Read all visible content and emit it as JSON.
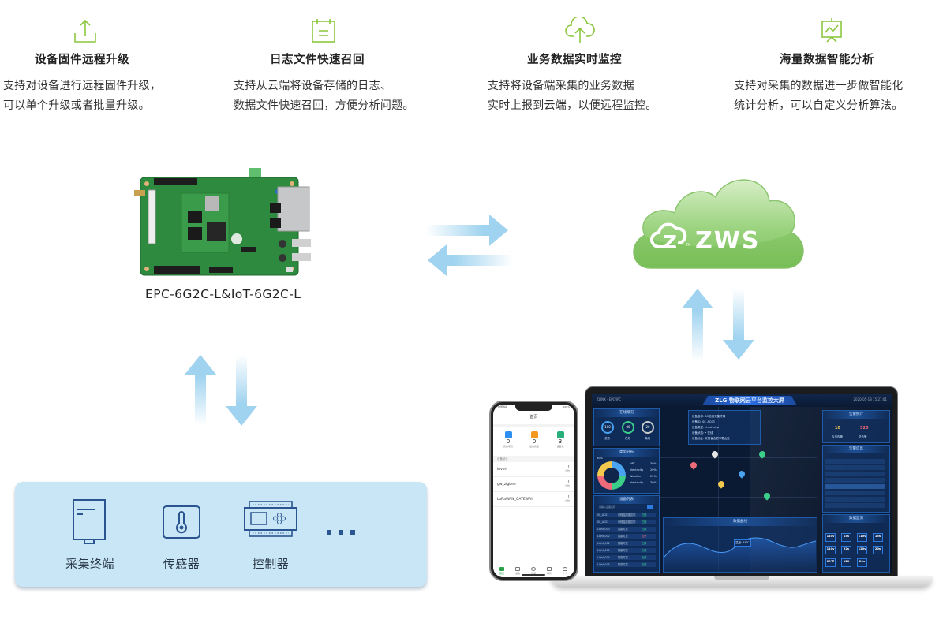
{
  "colors": {
    "accent_green": "#8cc63f",
    "arrow_blue": "#9fd3ef",
    "panel_blue": "#c9e6f6",
    "device_icon": "#2a5590",
    "cloud_green": "#8fcf74"
  },
  "features": [
    {
      "icon": "upload-icon",
      "title": "设备固件远程升级",
      "desc_line1": "支持对设备进行远程固件升级，",
      "desc_line2": "可以单个升级或者批量升级。"
    },
    {
      "icon": "calendar-icon",
      "title": "日志文件快速召回",
      "desc_line1": "支持从云端将设备存储的日志、",
      "desc_line2": "数据文件快速召回，方便分析问题。"
    },
    {
      "icon": "cloud-upload-icon",
      "title": "业务数据实时监控",
      "desc_line1": "支持将设备端采集的业务数据",
      "desc_line2": "实时上报到云端，以便远程监控。"
    },
    {
      "icon": "chart-board-icon",
      "title": "海量数据智能分析",
      "desc_line1": "支持对采集的数据进一步做智能化",
      "desc_line2": "统计分析，可以自定义分析算法。"
    }
  ],
  "board": {
    "label": "EPC-6G2C-L&IoT-6G2C-L"
  },
  "cloud": {
    "logo_text": "ZWS",
    "tm": "TM"
  },
  "devices": {
    "items": [
      {
        "icon": "terminal-icon",
        "label": "采集终端"
      },
      {
        "icon": "thermometer-icon",
        "label": "传感器"
      },
      {
        "icon": "controller-icon",
        "label": "控制器"
      }
    ],
    "more": "more-icon"
  },
  "dashboard": {
    "title": "ZLG 物联网云平台监控大屏",
    "meta": "ZLINX · EPC/IPC",
    "time": "2020-05-18 15:27:01",
    "panels": {
      "overview": "在线概况",
      "types": "类型分布",
      "device_list": "设备列表",
      "alarm_stats": "告警统计",
      "alarm_info": "告警信息",
      "data_curve": "数据曲线",
      "data_monitor": "数据监测"
    },
    "gauges": [
      {
        "value": "100",
        "label": "总数"
      },
      {
        "value": "80",
        "label": "在线"
      },
      {
        "value": "20",
        "label": "离线"
      }
    ],
    "donut_legend": [
      {
        "name": "NPT",
        "pct": "30%"
      },
      {
        "name": "electricity",
        "pct": "20%"
      },
      {
        "name": "Weather",
        "pct": "20%"
      },
      {
        "name": "electricity",
        "pct": "30%"
      }
    ],
    "donut_top_pct": "30%",
    "alarm_counts": [
      {
        "value": "10",
        "label": "今日告警"
      },
      {
        "value": "520",
        "label": "总告警"
      }
    ],
    "device_popup": [
      "设备名称: SO信息采集终端",
      "设备ID: SC_AC03",
      "设备类型: chsoHeftp",
      "设备状态: • 在线",
      "设备地址: 安徽省合肥市蜀山区"
    ],
    "device_list_search": "请输入设备名称",
    "device_rows": [
      {
        "name": "SC_AC01",
        "type": "行程温湿度控制",
        "status": "在线"
      },
      {
        "name": "SC_AC03",
        "type": "行程温湿度控制",
        "status": "在线"
      },
      {
        "name": "Light_003",
        "type": "智能灯控",
        "status": "在线"
      },
      {
        "name": "Light_002",
        "type": "智能灯控",
        "status": "告警"
      },
      {
        "name": "Light_002",
        "type": "智能灯控",
        "status": "在线"
      },
      {
        "name": "Light_001",
        "type": "智能灯控",
        "status": "在线"
      },
      {
        "name": "Light_004",
        "type": "智能灯控",
        "status": "在线"
      },
      {
        "name": "Light_005",
        "type": "智能灯控",
        "status": "在线"
      }
    ],
    "curve_tooltip": "温度: 48℃",
    "monitor_tiles": [
      "110v",
      "15s",
      "110v",
      "15s",
      "110v",
      "22s",
      "120v",
      "20s",
      "29℃",
      "120",
      "20s"
    ]
  },
  "phone": {
    "status_left": "中国移动",
    "status_right": "100%",
    "title": "首页",
    "stats": [
      {
        "value": "0",
        "label": "我的项目",
        "color": "#2f8ff0"
      },
      {
        "value": "0",
        "label": "设备类型",
        "color": "#f39a1e"
      },
      {
        "value": "3",
        "label": "设备数",
        "color": "#27b07a"
      }
    ],
    "section": "设备统计",
    "rows": [
      {
        "name": "invert",
        "count": "1",
        "unit": "台数"
      },
      {
        "name": "gw_zigbee",
        "count": "1",
        "unit": "台数"
      },
      {
        "name": "LoRaWAN_GATEWAY",
        "count": "1",
        "unit": "台数"
      }
    ],
    "tabs": [
      "首页",
      "设备",
      "数据",
      "事件",
      "个人"
    ]
  }
}
